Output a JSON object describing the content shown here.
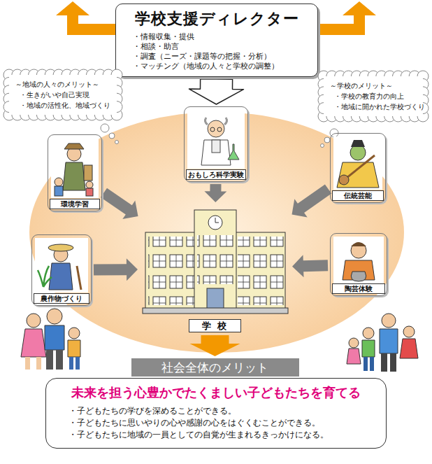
{
  "diagram": {
    "nodes": [
      {
        "text": [
          "学校支援ディレクター",
          "・情報収集・提供",
          "・相談・助言",
          "・調査（ニーズ・課題等の把握・分析）",
          "・マッチング（地域の人々と学校の調整）"
        ]
      },
      {
        "text": [
          "～地域の人々のメリット～",
          "・生きがいや自己実現",
          "・地域の活性化、地域づくり"
        ]
      },
      {
        "text": [
          "～学校のメリット～",
          "・学校の教育力の向上",
          "・地域に開かれた学校づくり"
        ]
      },
      {
        "text": [
          "おもしろ科学実験"
        ]
      },
      {
        "text": [
          "環境学習"
        ]
      },
      {
        "text": [
          "伝統芸能"
        ]
      },
      {
        "text": [
          "農作物づくり"
        ]
      },
      {
        "text": [
          "陶芸体験"
        ]
      },
      {
        "text": [
          "学 校"
        ]
      },
      {
        "text": [
          "社会全体のメリット"
        ]
      },
      {
        "text": [
          "未来を担う心豊かでたくましい子どもたちを育てる",
          "・子どもたちの学びを深めることができる。",
          "・子どもたちに思いやりの心や感謝の心をはぐくむことができる。",
          "・子どもたちに地域の一員としての自覚が生まれるきっかけになる。"
        ]
      }
    ],
    "edges": [
      {
        "from": 0,
        "to": 3,
        "arrow": "to"
      },
      {
        "from": 4,
        "to": 8,
        "arrow": "to"
      },
      {
        "from": 3,
        "to": 8,
        "arrow": "to"
      },
      {
        "from": 5,
        "to": 8,
        "arrow": "to"
      },
      {
        "from": 6,
        "to": 8,
        "arrow": "to"
      },
      {
        "from": 7,
        "to": 8,
        "arrow": "to"
      },
      {
        "from": 8,
        "to": 9,
        "arrow": "to"
      }
    ]
  }
}
